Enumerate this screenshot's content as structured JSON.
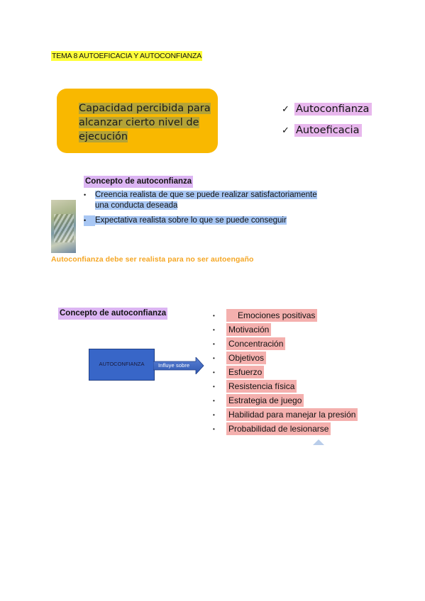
{
  "title": "TEMA 8 AUTOEFICACIA Y AUTOCONFIANZA",
  "definition": {
    "lines": [
      "Capacidad percibida para",
      "alcanzar cierto nivel de",
      "ejecución"
    ]
  },
  "checklist": [
    {
      "icon": "check-icon",
      "label": "Autoconfianza"
    },
    {
      "icon": "check-icon",
      "label": "Autoeficacia"
    }
  ],
  "section1": {
    "heading": "Concepto de autoconfianza",
    "bullets": [
      {
        "lines": [
          "Creencia realista de que se puede realizar satisfactoriamente",
          "una conducta deseada"
        ]
      },
      {
        "lines": [
          "Expectativa realista sobre lo que se puede conseguir"
        ]
      }
    ],
    "note": "Autoconfianza debe ser realista para no ser autoengaño"
  },
  "section2": {
    "heading": "Concepto de autoconfianza",
    "box_label": "AUTOCONFIANZA",
    "arrow_label": "Influye sobre",
    "items": [
      "Emociones positivas",
      "Motivación",
      "Concentración",
      "Objetivos",
      "Esfuerzo",
      "Resistencia física",
      "Estrategia de juego",
      "Habilidad para manejar la presión",
      "Probabilidad de lesionarse"
    ]
  },
  "colors": {
    "title_highlight": "#ffff3b",
    "definition_box": "#f9b800",
    "checklist_highlight": "#e8b7ed",
    "heading_highlight": "#dcb5f3",
    "bullet_highlight": "#a8c7f4",
    "note_text": "#f5a623",
    "box_fill": "#3866c8",
    "list_highlight": "#f4b0ae"
  }
}
